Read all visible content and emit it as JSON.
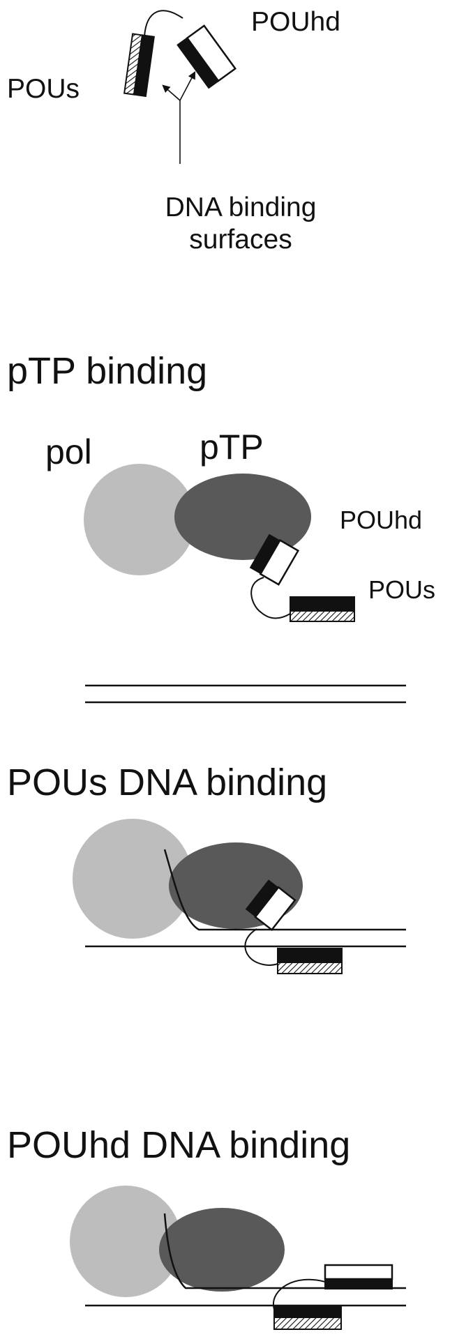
{
  "labels": {
    "pous": "POUs",
    "pouhd": "POUhd",
    "dna_surfaces_line1": "DNA binding",
    "dna_surfaces_line2": "surfaces",
    "pol": "pol",
    "ptp": "pTP"
  },
  "sections": {
    "ptp_binding": "pTP binding",
    "pous_dna_binding": "POUs DNA binding",
    "pouhd_dna_binding": "POUhd DNA binding"
  },
  "colors": {
    "pol": "#bdbdbd",
    "ptp": "#595959",
    "domain_black": "#111111",
    "domain_white": "#ffffff",
    "dna_line": "#111111"
  }
}
